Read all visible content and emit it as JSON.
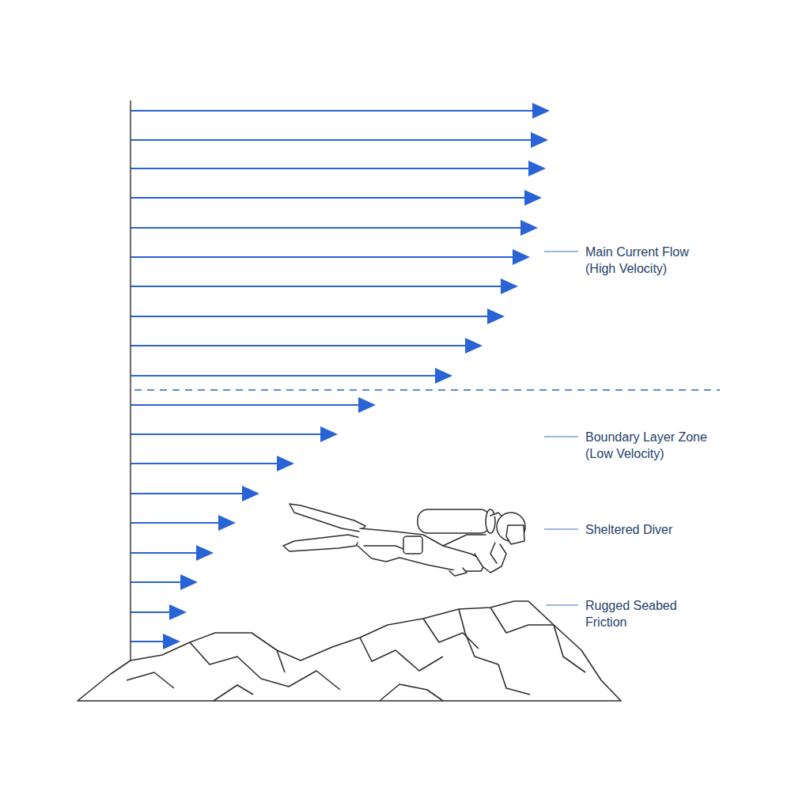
{
  "diagram": {
    "labels": [
      "Main Current Flow (High Velocity)",
      "Boundary Layer Zone (Low Velocity)",
      "Sheltered Diver",
      "Rugged Seabed Friction"
    ]
  }
}
